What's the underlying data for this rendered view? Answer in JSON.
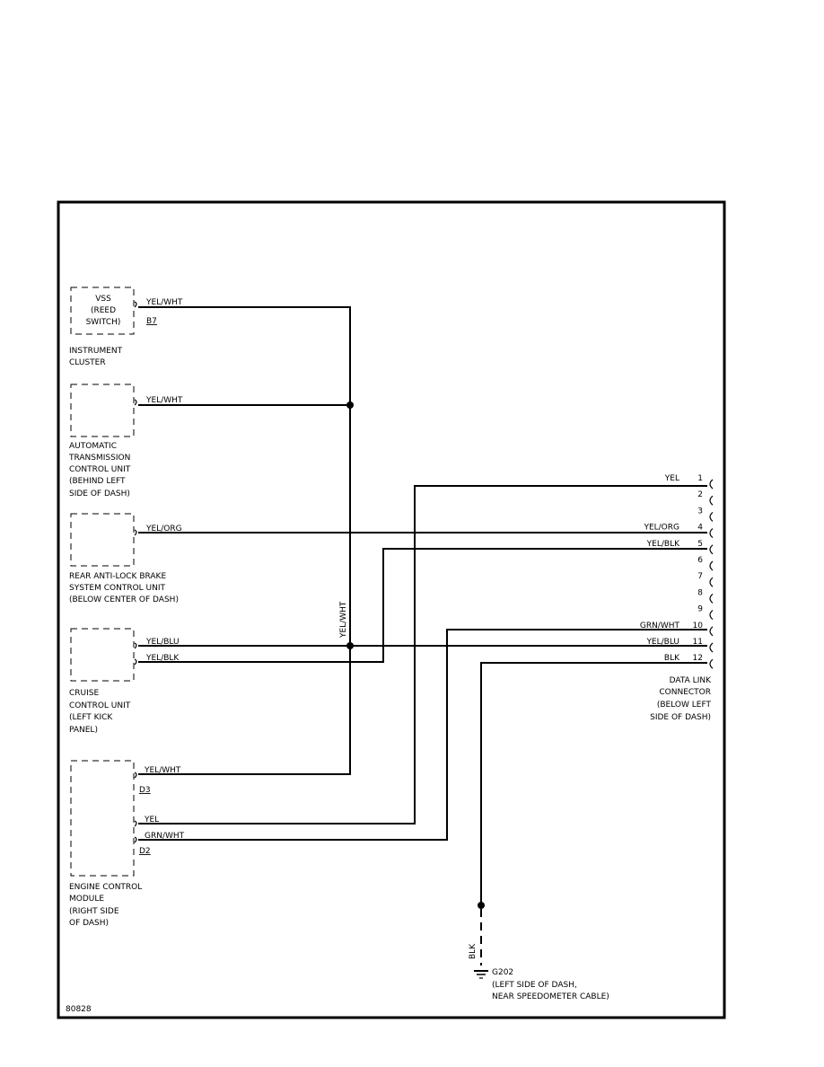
{
  "diagram_id": "80828",
  "components": {
    "vss": {
      "inner_lines": [
        "VSS",
        "(REED",
        "SWITCH)"
      ],
      "caption_lines": [
        "INSTRUMENT",
        "CLUSTER"
      ],
      "wire_label": "YEL/WHT",
      "connector": "B7"
    },
    "atcu": {
      "caption_lines": [
        "AUTOMATIC",
        "TRANSMISSION",
        "CONTROL UNIT",
        "(BEHIND LEFT",
        "SIDE OF DASH)"
      ],
      "wire_label": "YEL/WHT"
    },
    "abs": {
      "caption_lines": [
        "REAR ANTI-LOCK BRAKE",
        "SYSTEM CONTROL UNIT",
        "(BELOW CENTER OF DASH)"
      ],
      "wire_label": "YEL/ORG"
    },
    "cruise": {
      "caption_lines": [
        "CRUISE",
        "CONTROL UNIT",
        "(LEFT KICK",
        "PANEL)"
      ],
      "wire_label_1": "YEL/BLU",
      "wire_label_2": "YEL/BLK"
    },
    "ecm": {
      "caption_lines": [
        "ENGINE CONTROL",
        "MODULE",
        "(RIGHT SIDE",
        "OF DASH)"
      ],
      "wire_label_1": "YEL/WHT",
      "connector_1": "D3",
      "wire_label_2": "YEL",
      "wire_label_3": "GRN/WHT",
      "connector_2": "D2"
    }
  },
  "splice_wire_label": "YEL/WHT",
  "dlc": {
    "caption_lines": [
      "DATA LINK",
      "CONNECTOR",
      "(BELOW LEFT",
      "SIDE OF DASH)"
    ],
    "pins": [
      {
        "number": "1",
        "wire": "YEL"
      },
      {
        "number": "2",
        "wire": ""
      },
      {
        "number": "3",
        "wire": ""
      },
      {
        "number": "4",
        "wire": "YEL/ORG"
      },
      {
        "number": "5",
        "wire": "YEL/BLK"
      },
      {
        "number": "6",
        "wire": ""
      },
      {
        "number": "7",
        "wire": ""
      },
      {
        "number": "8",
        "wire": ""
      },
      {
        "number": "9",
        "wire": ""
      },
      {
        "number": "10",
        "wire": "GRN/WHT"
      },
      {
        "number": "11",
        "wire": "YEL/BLU"
      },
      {
        "number": "12",
        "wire": "BLK"
      }
    ]
  },
  "ground": {
    "wire_label": "BLK",
    "name": "G202",
    "location_lines": [
      "(LEFT SIDE OF DASH,",
      "NEAR SPEEDOMETER CABLE)"
    ]
  },
  "colors": {
    "line": "#000000",
    "background": "#ffffff"
  }
}
